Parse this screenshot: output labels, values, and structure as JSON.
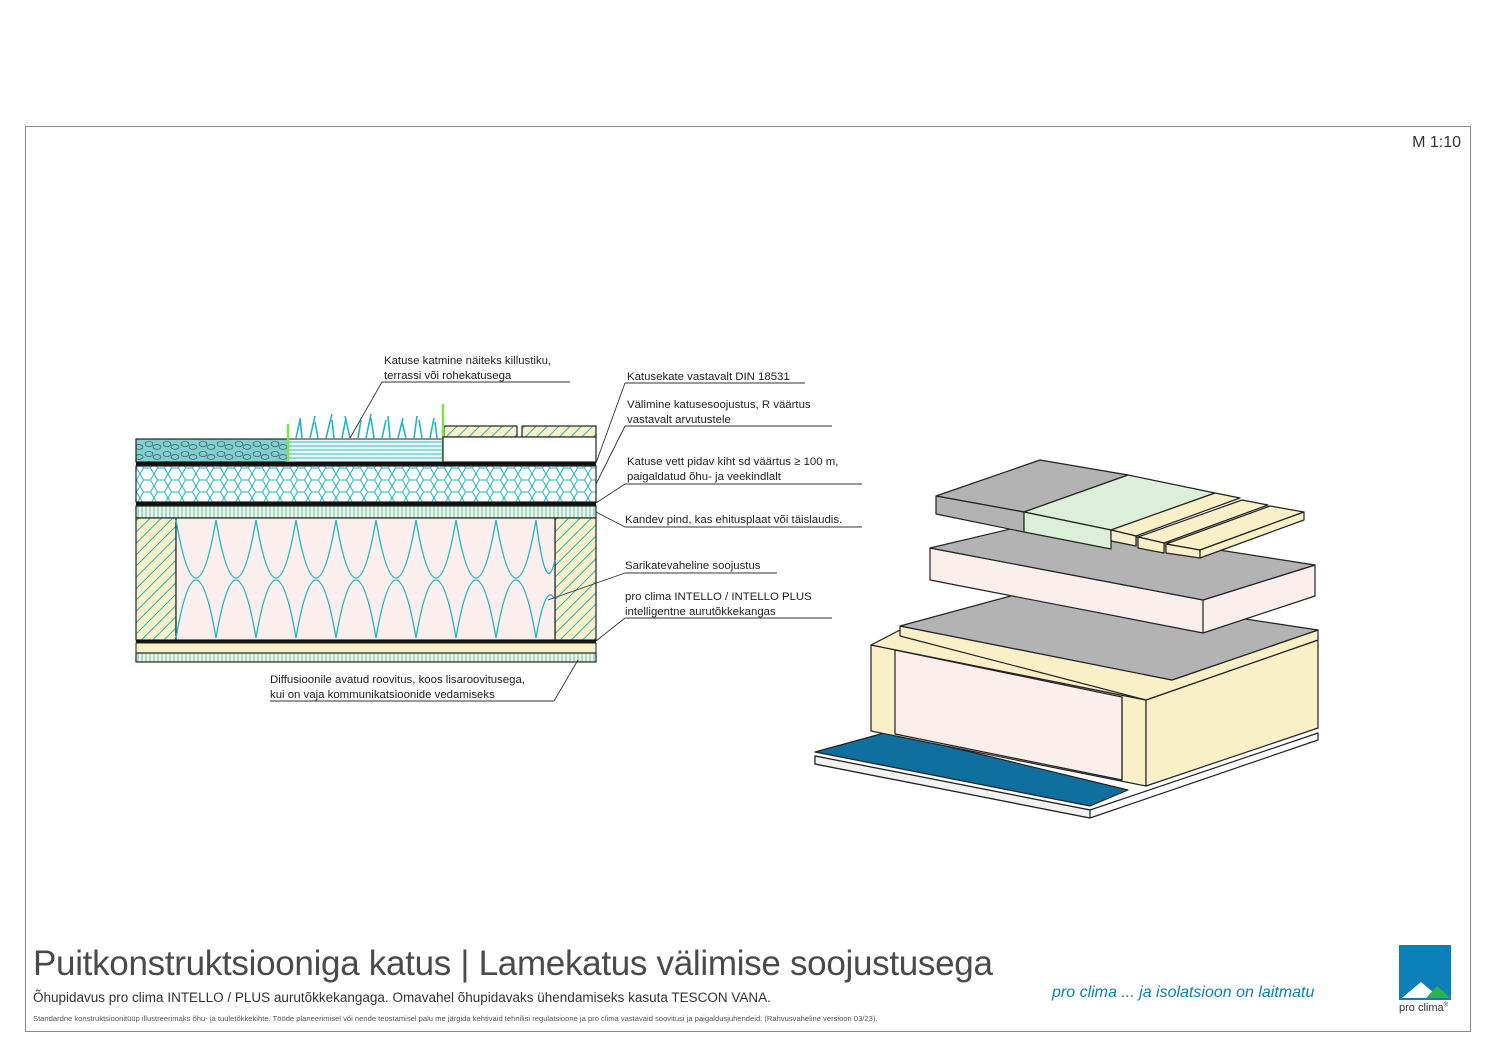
{
  "page": {
    "scale": "M 1:10",
    "title": "Puitkonstruktsiooniga katus | Lamekatus välimise soojustusega",
    "subtitle": "Õhupidavus pro clima INTELLO / PLUS aurutõkkekangaga. Omavahel õhupidavaks ühendamiseks kasuta TESCON VANA.",
    "disclaimer": "Standardne konstruktsioonitüüp illustreerimaks õhu- ja tuuletõkkekihte. Tööde planeerimisel või nende teostamisel palu me järgida kehtivaid tehnilisi regulatsioone ja pro clima vastavaid soovitusi ja paigaldusjuhendeid.  (Rahvusvaheline versioon 03/23).",
    "slogan": "pro clima ... ja isolatsioon on laitmatu",
    "logo_text": "pro clima",
    "logo_mark": "®"
  },
  "labels": {
    "roof_cover_1": "Katuse katmine näiteks killustiku,",
    "roof_cover_2": "terrassi või rohekatusega",
    "roofing_din": "Katusekate vastavalt DIN 18531",
    "ext_insulation_1": "Välimine katusesoojustus, R väärtus",
    "ext_insulation_2": "vastavalt arvutustele",
    "waterproof_1": "Katuse vett pidav kiht sd väärtus ≥ 100 m,",
    "waterproof_2": "paigaldatud õhu- ja veekindlalt",
    "deck": "Kandev pind, kas ehitusplaat või täislaudis.",
    "rafter_insulation": "Sarikatevaheline soojustus",
    "membrane_1": "pro clima INTELLO / INTELLO PLUS",
    "membrane_2": "intelligentne aurutõkkekangas",
    "battens_1": "Diffusioonile avatud roovitus, koos lisaroovitusega,",
    "battens_2": "kui on vaja kommunikatsioonide vedamiseks"
  },
  "colors": {
    "wood": "#f9f0c8",
    "insulation": "#fbefee",
    "teal": "#1fb6c2",
    "gravel": "#7fd0d2",
    "grey": "#b3b3b3",
    "green_panel": "#dcefd8",
    "blue_membrane": "#0f6f9e",
    "brand_blue": "#0a7fb8",
    "brand_green": "#2bb24c"
  }
}
